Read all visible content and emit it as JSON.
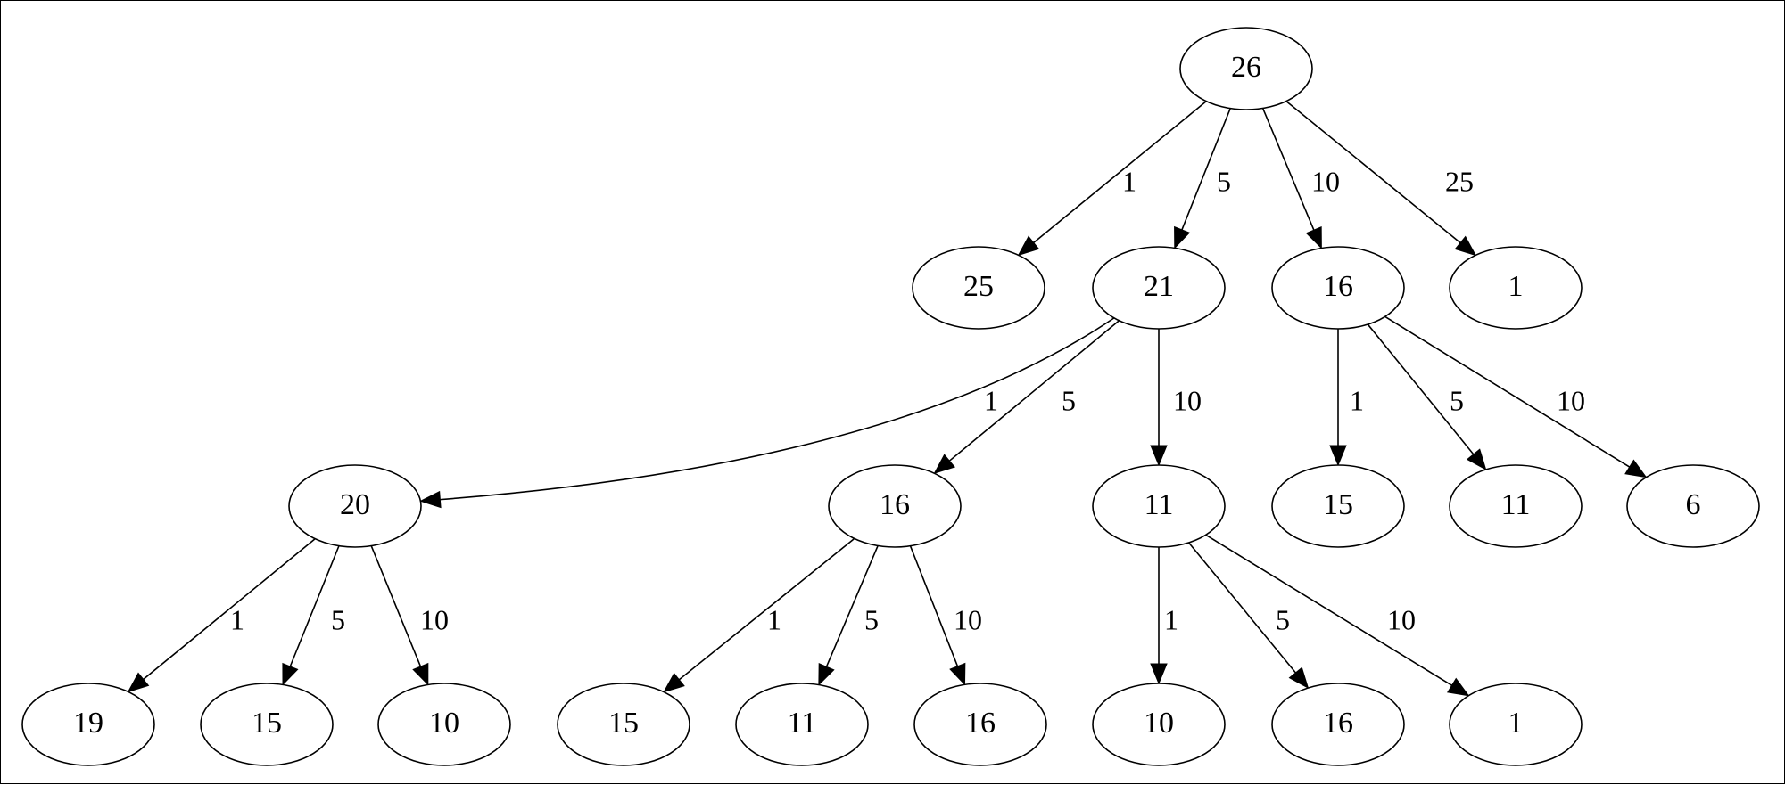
{
  "diagram": {
    "nodes": [
      {
        "id": "n0",
        "label": "26"
      },
      {
        "id": "n1",
        "label": "25"
      },
      {
        "id": "n2",
        "label": "21"
      },
      {
        "id": "n3",
        "label": "16"
      },
      {
        "id": "n4",
        "label": "1"
      },
      {
        "id": "n5",
        "label": "20"
      },
      {
        "id": "n6",
        "label": "16"
      },
      {
        "id": "n7",
        "label": "11"
      },
      {
        "id": "n8",
        "label": "15"
      },
      {
        "id": "n9",
        "label": "11"
      },
      {
        "id": "n10",
        "label": "6"
      },
      {
        "id": "n11",
        "label": "19"
      },
      {
        "id": "n12",
        "label": "15"
      },
      {
        "id": "n13",
        "label": "10"
      },
      {
        "id": "n14",
        "label": "15"
      },
      {
        "id": "n15",
        "label": "11"
      },
      {
        "id": "n16",
        "label": "16"
      },
      {
        "id": "n17",
        "label": "10"
      },
      {
        "id": "n18",
        "label": "16"
      },
      {
        "id": "n19",
        "label": "1"
      }
    ],
    "edges": [
      {
        "from": "n0",
        "to": "n1",
        "label": "1"
      },
      {
        "from": "n0",
        "to": "n2",
        "label": "5"
      },
      {
        "from": "n0",
        "to": "n3",
        "label": "10"
      },
      {
        "from": "n0",
        "to": "n4",
        "label": "25"
      },
      {
        "from": "n2",
        "to": "n5",
        "label": "1"
      },
      {
        "from": "n2",
        "to": "n6",
        "label": "5"
      },
      {
        "from": "n2",
        "to": "n7",
        "label": "10"
      },
      {
        "from": "n3",
        "to": "n8",
        "label": "1"
      },
      {
        "from": "n3",
        "to": "n9",
        "label": "5"
      },
      {
        "from": "n3",
        "to": "n10",
        "label": "10"
      },
      {
        "from": "n5",
        "to": "n11",
        "label": "1"
      },
      {
        "from": "n5",
        "to": "n12",
        "label": "5"
      },
      {
        "from": "n5",
        "to": "n13",
        "label": "10"
      },
      {
        "from": "n6",
        "to": "n14",
        "label": "1"
      },
      {
        "from": "n6",
        "to": "n15",
        "label": "5"
      },
      {
        "from": "n6",
        "to": "n16",
        "label": "10"
      },
      {
        "from": "n7",
        "to": "n17",
        "label": "1"
      },
      {
        "from": "n7",
        "to": "n18",
        "label": "5"
      },
      {
        "from": "n7",
        "to": "n19",
        "label": "10"
      }
    ]
  }
}
